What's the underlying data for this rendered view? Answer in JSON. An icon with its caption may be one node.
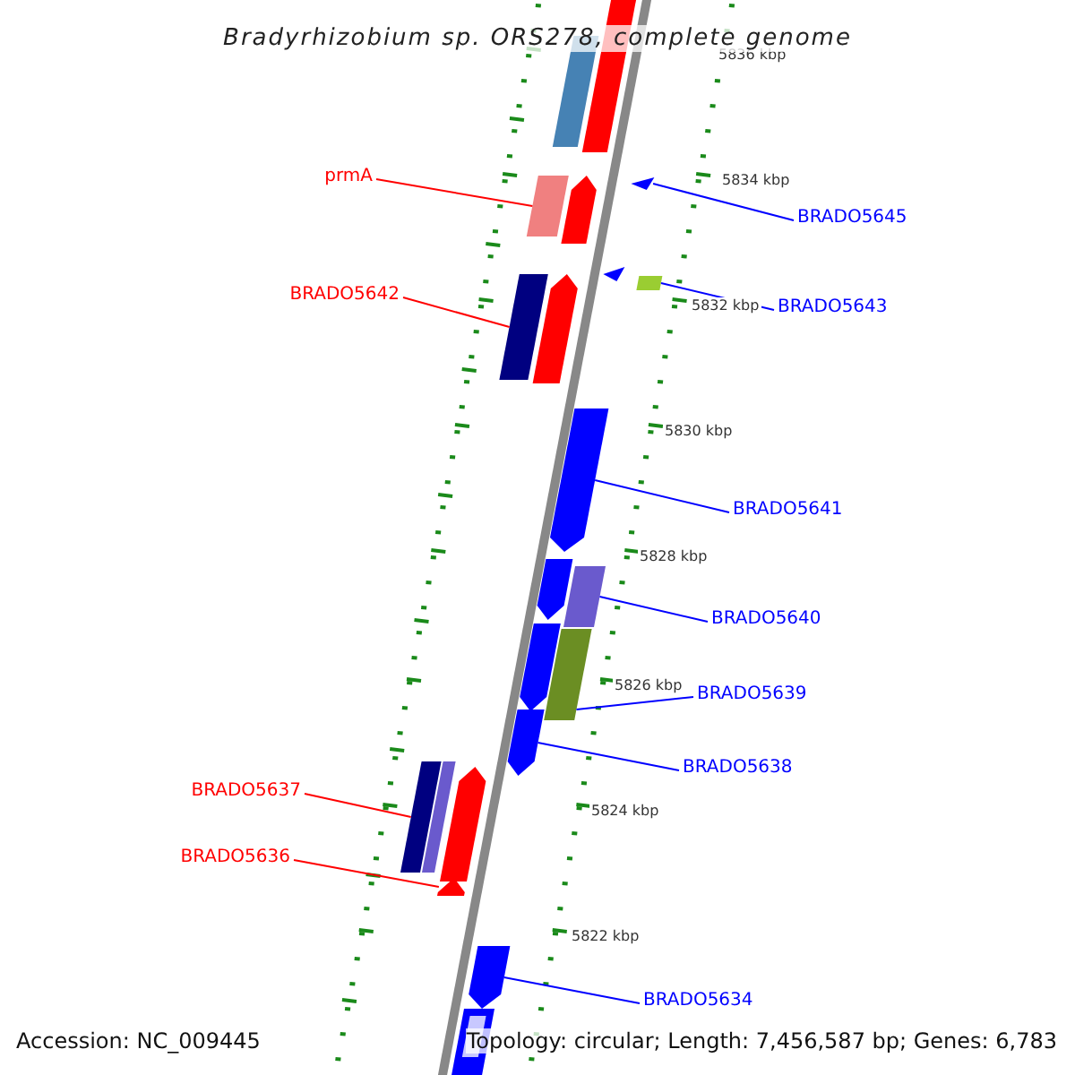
{
  "diagram": {
    "title": "Bradyrhizobium sp. ORS278, complete genome",
    "nodes": [
      {
        "text": [
          "prmA"
        ]
      },
      {
        "text": [
          "BRADO5645"
        ]
      },
      {
        "text": [
          "BRADO5642"
        ]
      },
      {
        "text": [
          "BRADO5643"
        ]
      },
      {
        "text": [
          "BRADO5641"
        ]
      },
      {
        "text": [
          "BRADO5640"
        ]
      },
      {
        "text": [
          "BRADO5639"
        ]
      },
      {
        "text": [
          "BRADO5638"
        ]
      },
      {
        "text": [
          "BRADO5637"
        ]
      },
      {
        "text": [
          "BRADO5636"
        ]
      },
      {
        "text": [
          "BRADO5634"
        ]
      },
      {
        "text": [],
        "shape": "bar"
      },
      {
        "text": [],
        "shape": "triangle"
      },
      {
        "text": [],
        "shape": "bar"
      },
      {
        "text": [],
        "shape": "bar"
      },
      {
        "text": [],
        "shape": "arrow"
      },
      {
        "text": [],
        "shape": "bar"
      },
      {
        "text": [],
        "shape": "bar"
      },
      {
        "text": [],
        "shape": "arrow"
      },
      {
        "text": [],
        "shape": "bar"
      },
      {
        "text": [],
        "shape": "arrow"
      },
      {
        "text": [],
        "shape": "arrow"
      },
      {
        "text": [],
        "shape": "arrow"
      },
      {
        "text": [],
        "shape": "bar"
      },
      {
        "text": [],
        "shape": "arrow"
      },
      {
        "text": [],
        "shape": "arrow"
      },
      {
        "text": [],
        "shape": "triangle"
      },
      {
        "text": [],
        "shape": "arrow"
      },
      {
        "text": [],
        "shape": "arrow"
      },
      {
        "text": [],
        "shape": "bar"
      },
      {
        "text": [],
        "shape": "arrow"
      },
      {
        "text": [],
        "shape": "bar"
      }
    ],
    "edges": [
      {
        "from": 0,
        "to": 11,
        "arrow": "none",
        "color": "#ff0000"
      },
      {
        "from": 1,
        "to": 12,
        "arrow": "none"
      },
      {
        "from": 2,
        "to": 13,
        "arrow": "none",
        "color": "#ff0000"
      },
      {
        "from": 3,
        "to": 14,
        "arrow": "none"
      },
      {
        "from": 4,
        "to": 15,
        "arrow": "none"
      },
      {
        "from": 5,
        "to": 16,
        "arrow": "none"
      },
      {
        "from": 6,
        "to": 17,
        "arrow": "none"
      },
      {
        "from": 7,
        "to": 18,
        "arrow": "none"
      },
      {
        "from": 8,
        "to": 19,
        "arrow": "none",
        "color": "#ff0000"
      },
      {
        "from": 9,
        "to": 20,
        "arrow": "none",
        "color": "#ff0000"
      },
      {
        "from": 10,
        "to": 21,
        "arrow": "none"
      }
    ],
    "labels": [
      "5836 kbp",
      "5834 kbp",
      "5832 kbp",
      "5830 kbp",
      "5828 kbp",
      "5826 kbp",
      "5824 kbp",
      "5822 kbp",
      "Accession: NC_009445",
      "Topology: circular; Length: 7,456,587 bp; Genes: 6,783"
    ]
  }
}
